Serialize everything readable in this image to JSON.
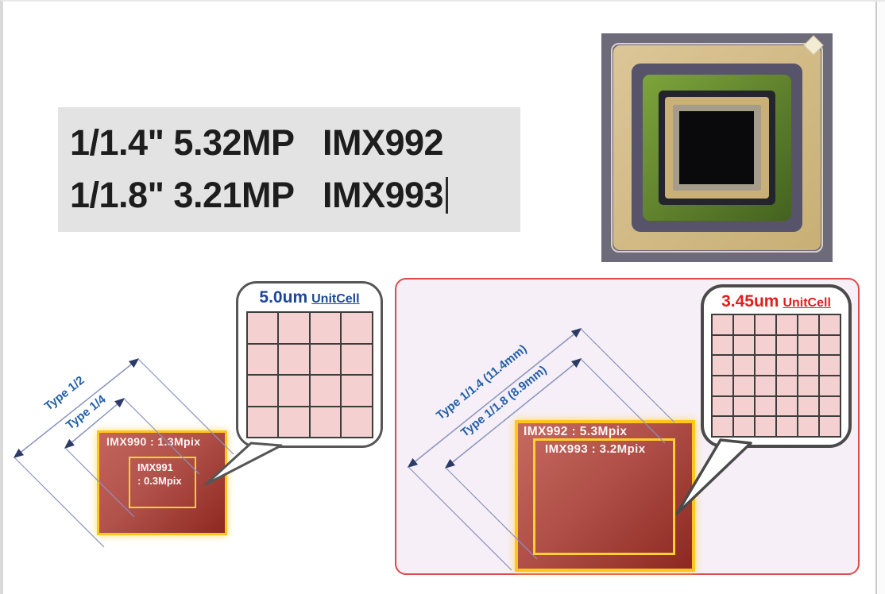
{
  "spec_box": {
    "rows": [
      {
        "label": "1/1.4\" 5.32MP",
        "model": "IMX992"
      },
      {
        "label": "1/1.8\" 3.21MP",
        "model": "IMX993"
      }
    ]
  },
  "left_diagram": {
    "dim_labels": {
      "outer": "Type 1/2",
      "inner": "Type 1/4"
    },
    "outer_box_label": "IMX990 : 1.3Mpix",
    "inner_box_label_line1": "IMX991",
    "inner_box_label_line2": ": 0.3Mpix",
    "callout": {
      "size": "5.0um",
      "unit": "UnitCell",
      "grid": 4,
      "accent": "#1c4798"
    }
  },
  "right_diagram": {
    "dim_labels": {
      "outer": "Type 1/1.4 (11.4mm)",
      "inner": "Type 1/1.8 (8.9mm)"
    },
    "outer_box_label": "IMX992 : 5.3Mpix",
    "inner_box_label": "IMX993 : 3.2Mpix",
    "callout": {
      "size": "3.45um",
      "unit": "UnitCell",
      "grid": 6,
      "accent": "#e31c1c"
    }
  },
  "colors": {
    "dim_line": "#8a94bf",
    "dim_text_blue": "#2160a8",
    "box_border_yellow": "#ffc61e",
    "panel_border_red": "#dd4b4b",
    "unit_cell_pink": "#f4d0d0",
    "textbox_bg": "#e3e3e3"
  }
}
